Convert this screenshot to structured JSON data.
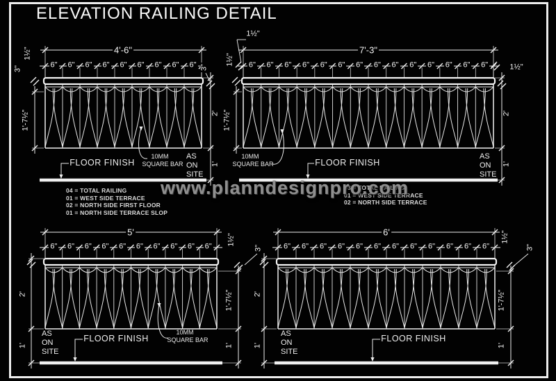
{
  "sheet": {
    "title": "ELEVATION RAILING DETAIL",
    "watermark": "www.planndesignpro.com"
  },
  "labels": {
    "floor_finish": "FLOOR FINISH",
    "bar_line1": "10MM",
    "bar_line2": "SQUARE BAR",
    "as_line1": "AS",
    "as_line2": "ON",
    "as_line3": "SITE"
  },
  "notes_left": {
    "line1": "04 = TOTAL RAILING",
    "line2": "01 = WEST SIDE TERRACE",
    "line3": "02 = NORTH SIDE FIRST FLOOR",
    "line4": "01 = NORTH SIDE TERRACE SLOP"
  },
  "notes_right": {
    "line1": "03 = TOTAL RAILING",
    "line2": "01 = WEST SIDE TERRACE",
    "line3": "02 = NORTH SIDE TERRACE"
  },
  "drawings": [
    {
      "name": "west-side-terrace-railing",
      "overall_width": "4'-6\"",
      "segment_width": "6\"",
      "segment_count": 9,
      "dims": {
        "top_rail_thickness": "1½\"",
        "rail_offset": "3\"",
        "panel_height": "1'-7½\"",
        "total_height": "2'",
        "floor_offset": "1'"
      }
    },
    {
      "name": "north-side-first-floor-railing",
      "overall_width": "7'-3\"",
      "segment_width": "6\"",
      "segment_count": 14,
      "dims": {
        "end_margin": "1½\"",
        "panel_height": "1'-7½\"",
        "total_height": "2'",
        "floor_offset": "1'"
      }
    },
    {
      "name": "north-side-terrace-railing",
      "overall_width": "5'",
      "segment_width": "6\"",
      "segment_count": 10,
      "dims": {
        "top_rail_thickness": "1½\"",
        "rail_offset": "3\"",
        "panel_height": "1'-7½\"",
        "total_height": "2'",
        "floor_offset": "1'"
      }
    },
    {
      "name": "north-side-terrace-slop-railing",
      "overall_width": "6'",
      "segment_width": "6\"",
      "segment_count": 12,
      "dims": {
        "top_rail_thickness": "1½\"",
        "rail_offset": "3\"",
        "panel_height": "1'-7½\"",
        "total_height": "2'",
        "floor_offset": "1'"
      }
    }
  ]
}
